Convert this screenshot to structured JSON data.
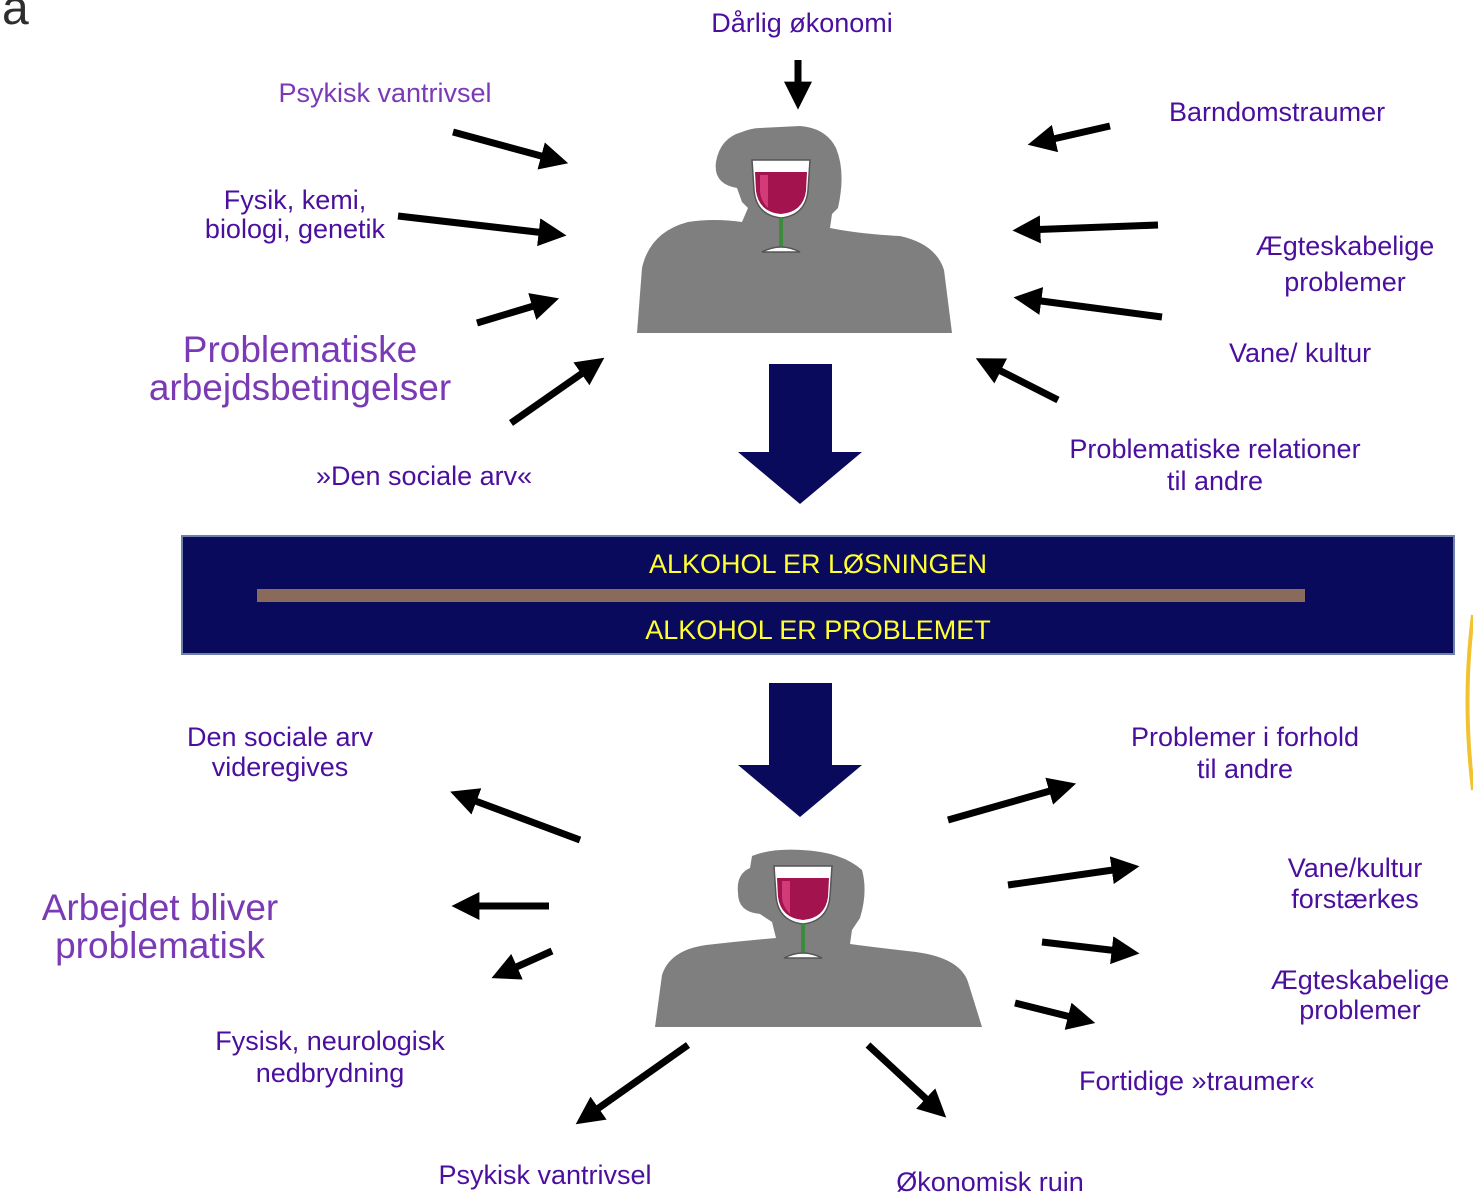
{
  "corner_glyph": "a",
  "top_causes": {
    "poor_economy": "Dårlig økonomi",
    "psych_discomfort": "Psykisk vantrivsel",
    "childhood_trauma": "Barndomstraumer",
    "physics_line1": "Fysik, kemi,",
    "physics_line2": "biologi, genetik",
    "marital_line1": "Ægteskabelige",
    "marital_line2": "problemer",
    "work_line1": "Problematiske",
    "work_line2": "arbejdsbetingelser",
    "habit": "Vane/ kultur",
    "social_inheritance": "»Den sociale arv«",
    "relations_line1": "Problematiske relationer",
    "relations_line2": "til andre"
  },
  "banner": {
    "top_text": "ALKOHOL  ER LØSNINGEN",
    "bottom_text": "ALKOHOL  ER PROBLEMET"
  },
  "bottom_effects": {
    "social_inheritance_line1": "Den sociale arv",
    "social_inheritance_line2": "videregives",
    "relations_line1": "Problemer i forhold",
    "relations_line2": "til andre",
    "work_line1": "Arbejdet bliver",
    "work_line2": "problematisk",
    "habit_line1": "Vane/kultur",
    "habit_line2": "forstærkes",
    "marital_line1": "Ægteskabelige",
    "marital_line2": "problemer",
    "physical_line1": "Fysisk, neurologisk",
    "physical_line2": "nedbrydning",
    "past_traumas": "Fortidige »traumer«",
    "psych_discomfort": "Psykisk vantrivsel",
    "economic_ruin": "Økonomisk ruin"
  },
  "colors": {
    "label_text": "#4b0f9e",
    "label_text_light": "#7a3ab5",
    "banner_bg": "#0a0a5c",
    "banner_text": "#ffff33",
    "banner_divider": "#8a6a5a",
    "big_arrow": "#0a0a5c",
    "person": "#7f7f7f",
    "wine": "#a3134e"
  }
}
